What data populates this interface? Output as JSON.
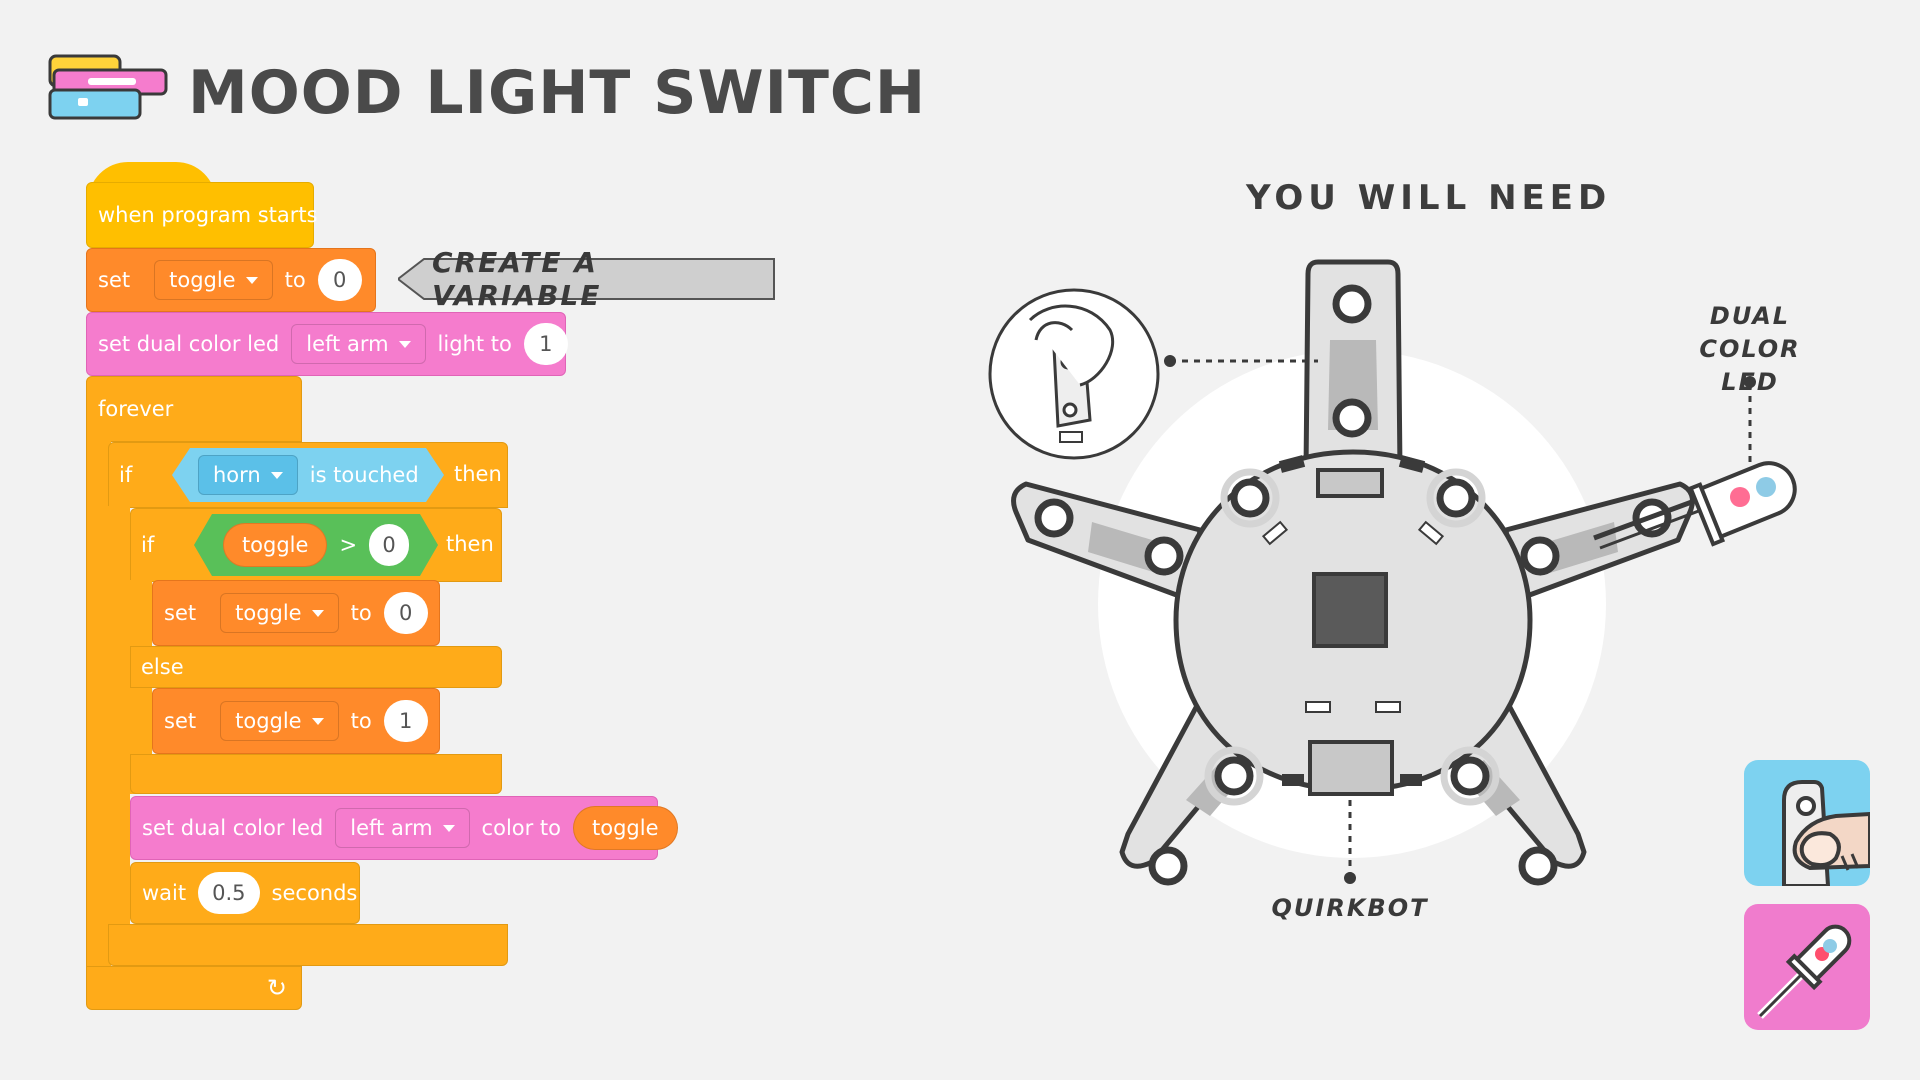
{
  "title": "MOOD LIGHT SWITCH",
  "callout": "CREATE A VARIABLE",
  "you_will_need": "YOU WILL NEED",
  "labels": {
    "dual_color_led": [
      "DUAL",
      "COLOR LED"
    ],
    "quirkbot": "QUIRKBOT"
  },
  "icons": [
    "blocks-logo-icon",
    "finger-touch-icon",
    "led-icon"
  ],
  "colors": {
    "events": "#ffbf00",
    "control": "#ffab19",
    "variables": "#ff8a2a",
    "looks": "#f57ccd",
    "sensing": "#7dd2f0",
    "operators": "#59c059"
  },
  "blocks": {
    "hat": "when program starts",
    "set1": {
      "label": "set",
      "var": "toggle",
      "to": "to",
      "value": "0"
    },
    "led1": {
      "label": "set dual color led",
      "part": "left arm",
      "light_to": "light to",
      "value": "1"
    },
    "forever": "forever",
    "if1": {
      "if": "if",
      "sensor": "horn",
      "condition": "is touched",
      "then": "then"
    },
    "if2": {
      "if": "if",
      "var": "toggle",
      "op": ">",
      "value": "0",
      "then": "then"
    },
    "set2": {
      "label": "set",
      "var": "toggle",
      "to": "to",
      "value": "0"
    },
    "else": "else",
    "set3": {
      "label": "set",
      "var": "toggle",
      "to": "to",
      "value": "1"
    },
    "led2": {
      "label": "set dual color led",
      "part": "left arm",
      "color_to": "color to",
      "var": "toggle"
    },
    "wait": {
      "label": "wait",
      "value": "0.5",
      "unit": "seconds"
    },
    "loop_arrow": "↻"
  }
}
